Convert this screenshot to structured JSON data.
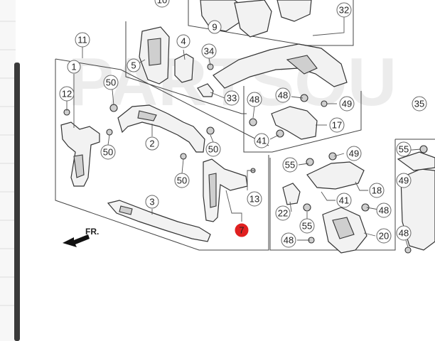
{
  "watermark": "PARTSOU",
  "direction_label": "FR.",
  "highlight_color": "#e02020",
  "callouts": [
    {
      "label": "11",
      "highlight": false
    },
    {
      "label": "1",
      "highlight": false
    },
    {
      "label": "12",
      "highlight": false
    },
    {
      "label": "50",
      "highlight": false
    },
    {
      "label": "50",
      "highlight": false
    },
    {
      "label": "2",
      "highlight": false
    },
    {
      "label": "50",
      "highlight": false
    },
    {
      "label": "50",
      "highlight": false
    },
    {
      "label": "13",
      "highlight": false
    },
    {
      "label": "7",
      "highlight": true
    },
    {
      "label": "3",
      "highlight": false
    },
    {
      "label": "5",
      "highlight": false
    },
    {
      "label": "4",
      "highlight": false
    },
    {
      "label": "34",
      "highlight": false
    },
    {
      "label": "33",
      "highlight": false
    },
    {
      "label": "9",
      "highlight": false
    },
    {
      "label": "32",
      "highlight": false
    },
    {
      "label": "48",
      "highlight": false
    },
    {
      "label": "48",
      "highlight": false
    },
    {
      "label": "49",
      "highlight": false
    },
    {
      "label": "41",
      "highlight": false
    },
    {
      "label": "17",
      "highlight": false
    },
    {
      "label": "35",
      "highlight": false
    },
    {
      "label": "55",
      "highlight": false
    },
    {
      "label": "49",
      "highlight": false
    },
    {
      "label": "41",
      "highlight": false
    },
    {
      "label": "18",
      "highlight": false
    },
    {
      "label": "22",
      "highlight": false
    },
    {
      "label": "48",
      "highlight": false
    },
    {
      "label": "55",
      "highlight": false
    },
    {
      "label": "48",
      "highlight": false
    },
    {
      "label": "20",
      "highlight": false
    },
    {
      "label": "55",
      "highlight": false
    },
    {
      "label": "49",
      "highlight": false
    },
    {
      "label": "48",
      "highlight": false
    },
    {
      "label": "10",
      "highlight": false
    }
  ]
}
